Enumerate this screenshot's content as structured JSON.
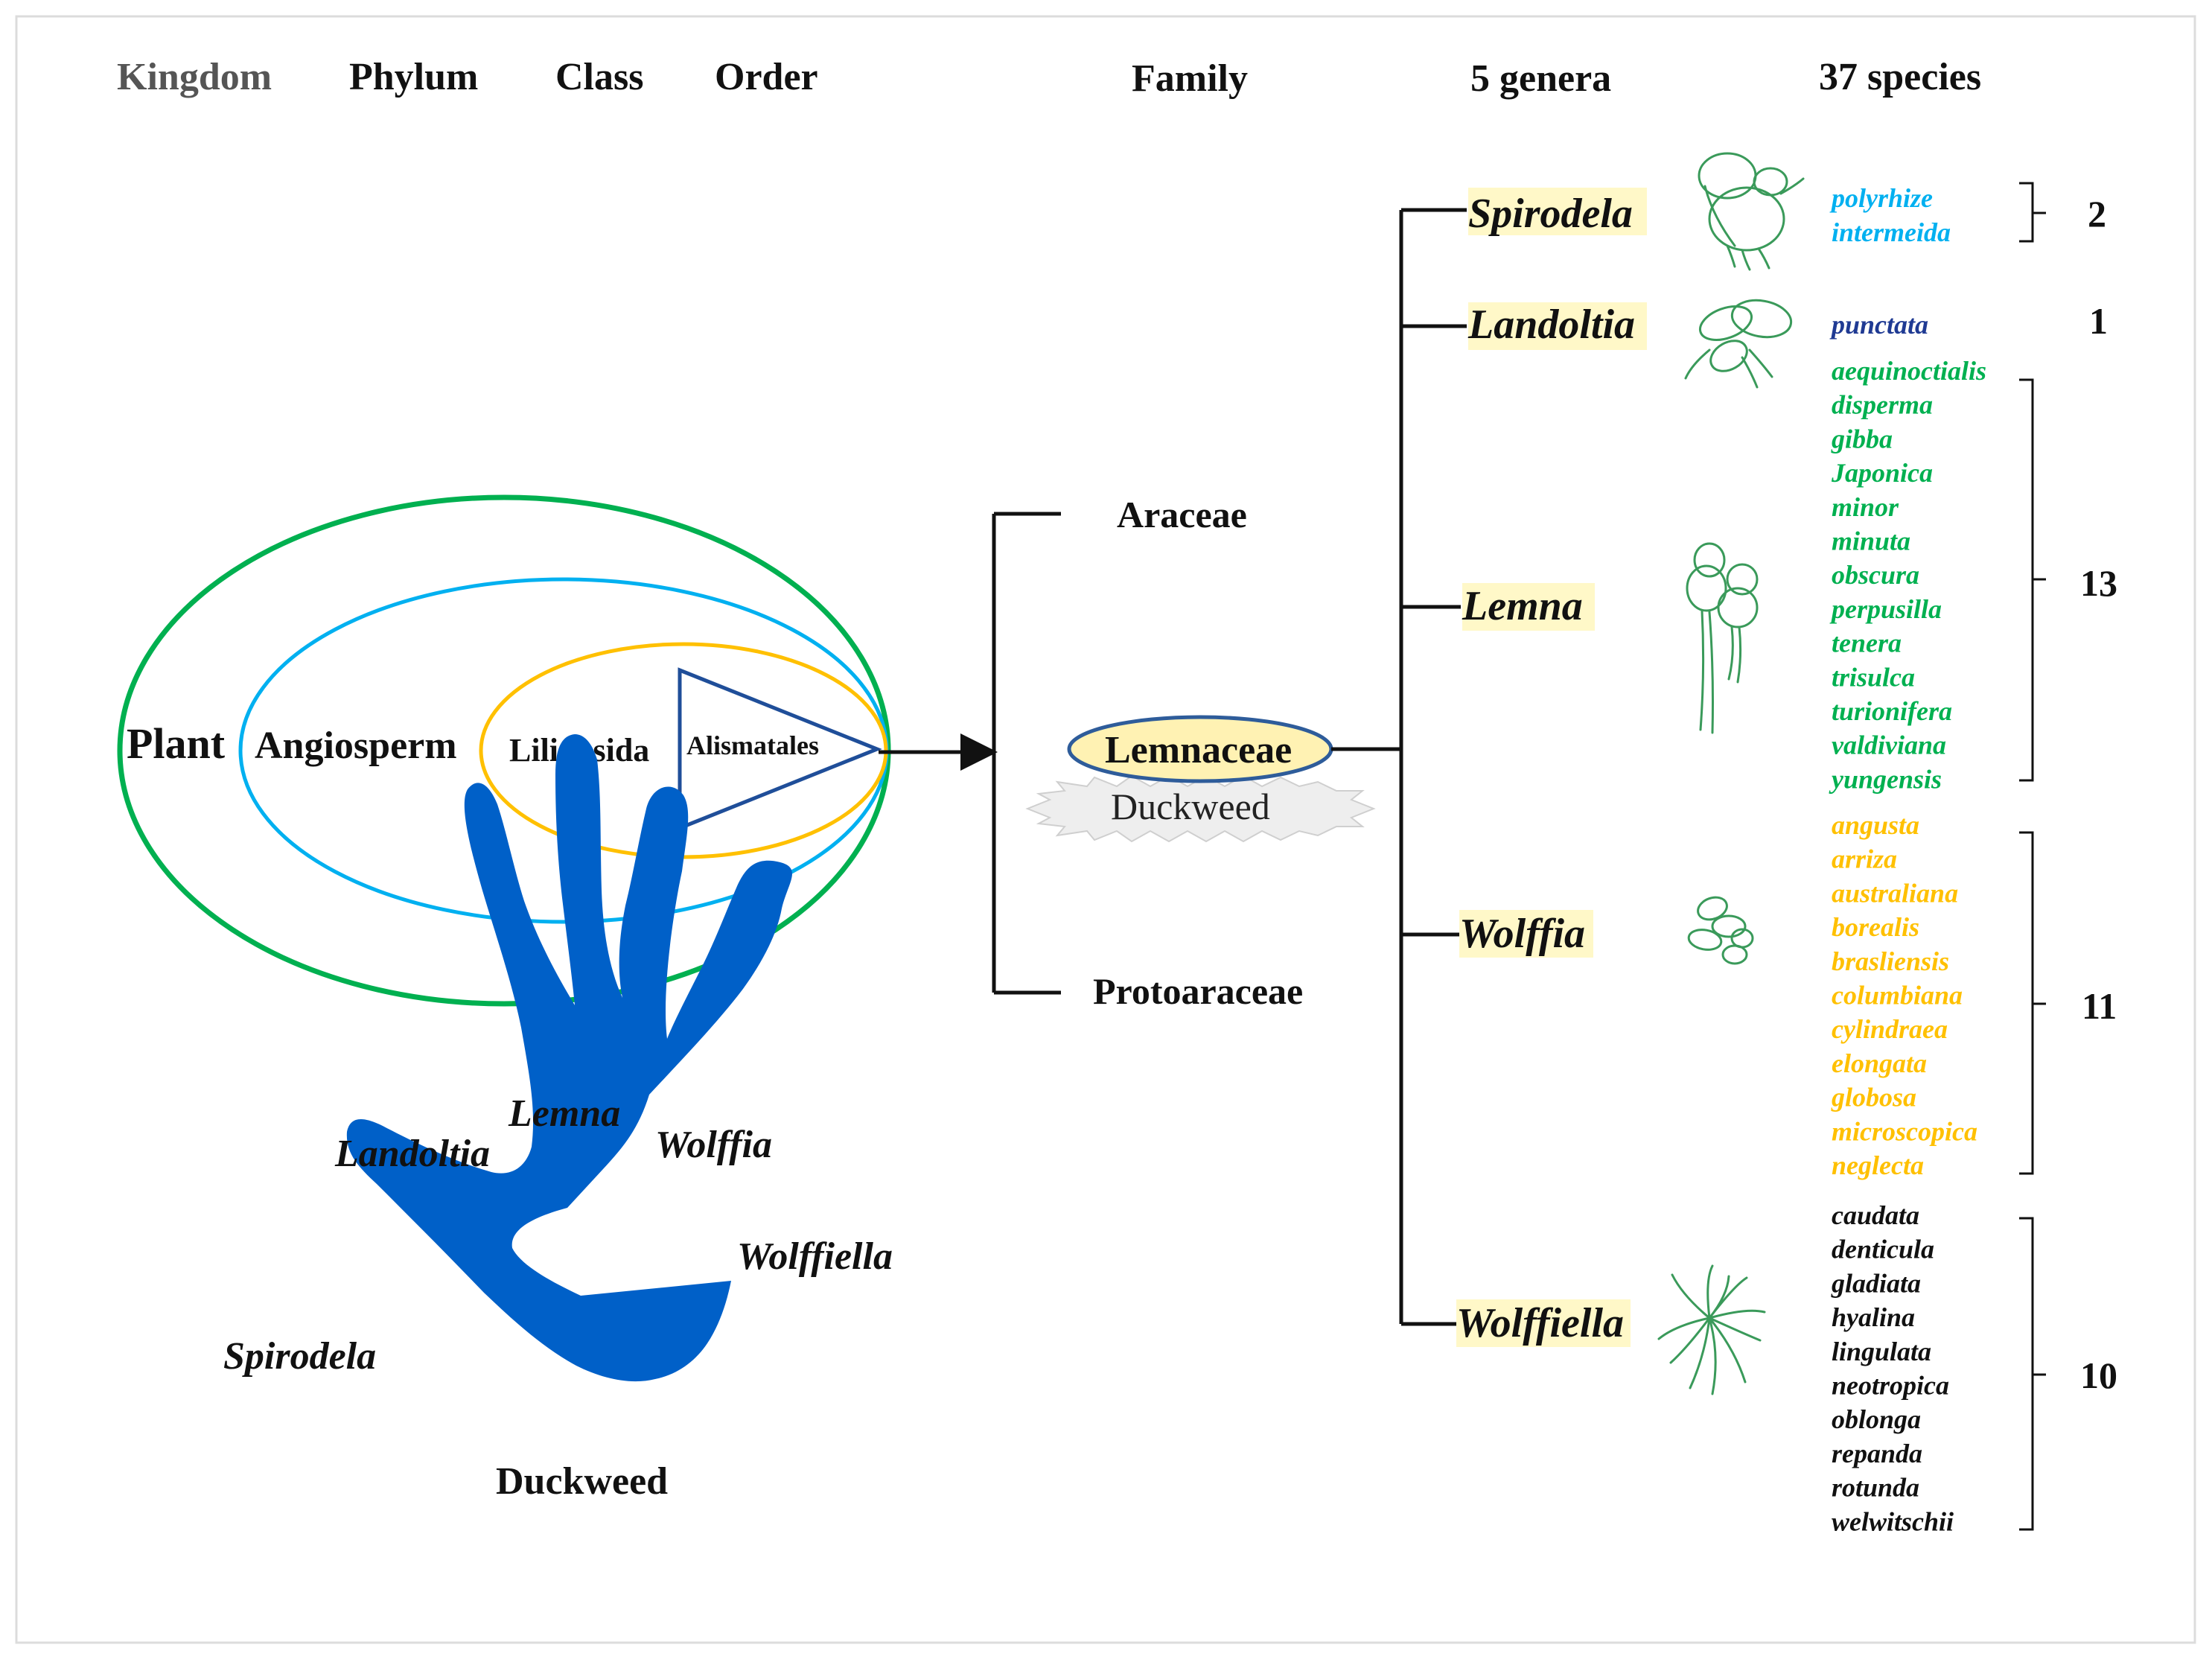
{
  "headers": {
    "kingdom": "Kingdom",
    "phylum": "Phylum",
    "class": "Class",
    "order": "Order",
    "family": "Family",
    "genera": "5 genera",
    "species": "37 species"
  },
  "hierarchy": {
    "kingdom": "Plant",
    "phylum": "Angiosperm",
    "class": "Liliopsida",
    "order": "Alismatales"
  },
  "families": {
    "araceae": "Araceae",
    "lemnaceae": "Lemnaceae",
    "duckweed": "Duckweed",
    "protoaraceae": "Protoaraceae"
  },
  "genera": [
    {
      "name": "Spirodela",
      "count": "2",
      "color": "#00b0f0",
      "species": [
        "polyrhize",
        "intermeida"
      ]
    },
    {
      "name": "Landoltia",
      "count": "1",
      "color": "#1f3a93",
      "species": [
        "punctata"
      ]
    },
    {
      "name": "Lemna",
      "count": "13",
      "color": "#00b050",
      "species": [
        "aequinoctialis",
        "disperma",
        "gibba",
        "Japonica",
        "minor",
        "minuta",
        "obscura",
        "perpusilla",
        "tenera",
        "trisulca",
        "turionifera",
        "valdiviana",
        "yungensis"
      ]
    },
    {
      "name": "Wolffia",
      "count": "11",
      "color": "#ffc000",
      "species": [
        "angusta",
        "arriza",
        "australiana",
        "borealis",
        "brasliensis",
        "columbiana",
        "cylindraea",
        "elongata",
        "globosa",
        "microscopica",
        "neglecta"
      ]
    },
    {
      "name": "Wolffiella",
      "count": "10",
      "color": "#111111",
      "species": [
        "caudata",
        "denticula",
        "gladiata",
        "hyalina",
        "lingulata",
        "neotropica",
        "oblonga",
        "repanda",
        "rotunda",
        "welwitschii"
      ]
    }
  ],
  "hand": {
    "center": "Duckweed",
    "fingers": {
      "thumb": "Spirodela",
      "index": "Landoltia",
      "middle": "Lemna",
      "ring": "Wolffia",
      "little": "Wolffiella"
    }
  },
  "colors": {
    "plant_ring": "#00b050",
    "angiosperm_ring": "#00b0f0",
    "liliopsida_ring": "#ffc000",
    "alismatales_triangle": "#1f4e99",
    "lemnaceae_fill": "#fff2b3",
    "genus_highlight": "#fff8c8",
    "hand": "#0060c8",
    "header_kingdom": "#555555"
  }
}
